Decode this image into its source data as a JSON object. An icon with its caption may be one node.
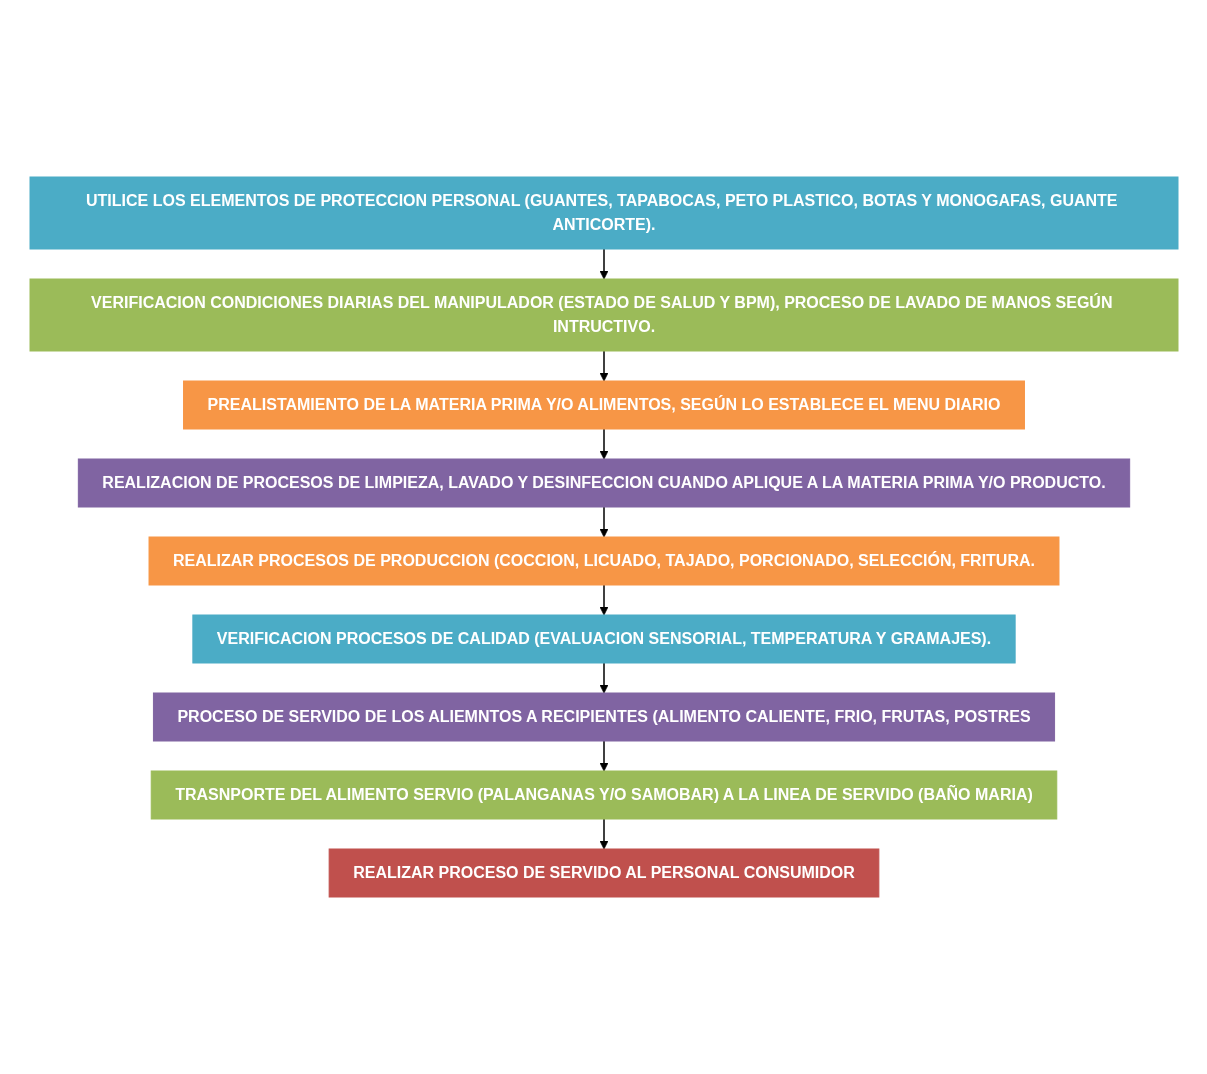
{
  "diagram": {
    "nodes": [
      {
        "text": [
          "UTILICE LOS ELEMENTOS DE PROTECCION PERSONAL (GUANTES, TAPABOCAS, PETO PLASTICO, BOTAS Y MONOGAFAS, GUANTE ANTICORTE)."
        ]
      },
      {
        "text": [
          "VERIFICACION CONDICIONES DIARIAS DEL MANIPULADOR (ESTADO DE SALUD Y BPM), PROCESO DE LAVADO DE MANOS SEGÚN INTRUCTIVO."
        ]
      },
      {
        "text": [
          "PREALISTAMIENTO DE LA MATERIA PRIMA Y/O ALIMENTOS, SEGÚN LO ESTABLECE EL MENU DIARIO"
        ]
      },
      {
        "text": [
          "REALIZACION DE PROCESOS DE LIMPIEZA, LAVADO Y DESINFECCION CUANDO APLIQUE A LA MATERIA PRIMA Y/O PRODUCTO."
        ]
      },
      {
        "text": [
          "REALIZAR PROCESOS DE PRODUCCION (COCCION, LICUADO, TAJADO, PORCIONADO, SELECCIÓN, FRITURA."
        ]
      },
      {
        "text": [
          "VERIFICACION PROCESOS DE CALIDAD (EVALUACION SENSORIAL, TEMPERATURA Y GRAMAJES)."
        ]
      },
      {
        "text": [
          "PROCESO DE SERVIDO DE LOS ALIEMNTOS A RECIPIENTES (ALIMENTO CALIENTE, FRIO, FRUTAS, POSTRES"
        ]
      },
      {
        "text": [
          "TRASNPORTE DEL ALIMENTO SERVIO (PALANGANAS Y/O SAMOBAR) A LA LINEA DE SERVIDO (BAÑO MARIA)"
        ]
      },
      {
        "text": [
          "REALIZAR PROCESO DE SERVIDO AL PERSONAL CONSUMIDOR"
        ]
      }
    ],
    "edges": [
      {
        "from": 0,
        "to": 1,
        "arrow": "to"
      },
      {
        "from": 1,
        "to": 2,
        "arrow": "to"
      },
      {
        "from": 2,
        "to": 3,
        "arrow": "to"
      },
      {
        "from": 3,
        "to": 4,
        "arrow": "to"
      },
      {
        "from": 4,
        "to": 5,
        "arrow": "to"
      },
      {
        "from": 5,
        "to": 6,
        "arrow": "to"
      },
      {
        "from": 6,
        "to": 7,
        "arrow": "to"
      },
      {
        "from": 7,
        "to": 8,
        "arrow": "to"
      }
    ]
  }
}
